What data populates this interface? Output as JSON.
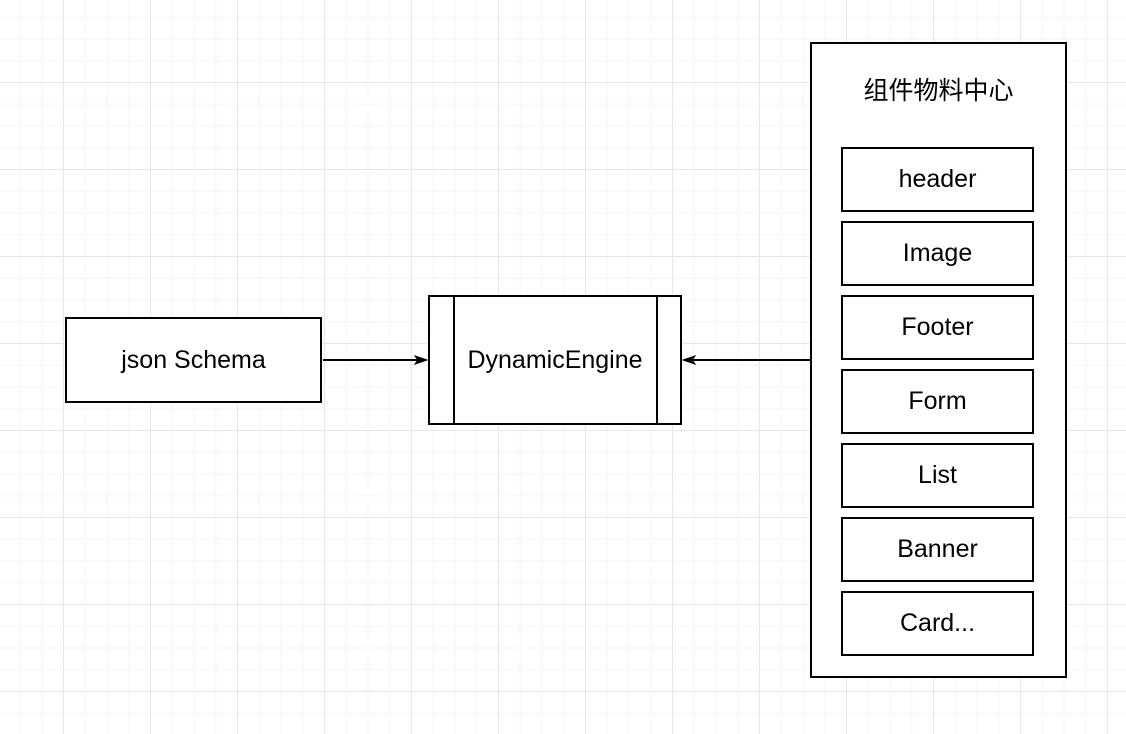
{
  "canvas": {
    "background_color": "#ffffff",
    "grid_minor_color": "#f5f5f5",
    "grid_major_color": "#e7e7e7",
    "stroke_color": "#000000",
    "fill_color": "#ffffff"
  },
  "nodes": {
    "json_schema": {
      "label": "json Schema",
      "shape": "rectangle"
    },
    "dynamic_engine": {
      "label": "DynamicEngine",
      "shape": "process"
    },
    "material_center": {
      "title": "组件物料中心",
      "shape": "container",
      "components": [
        "header",
        "Image",
        "Footer",
        "Form",
        "List",
        "Banner",
        "Card..."
      ]
    }
  },
  "edges": [
    {
      "from": "json_schema",
      "to": "dynamic_engine",
      "arrow": "right"
    },
    {
      "from": "material_center",
      "to": "dynamic_engine",
      "arrow": "left"
    }
  ]
}
